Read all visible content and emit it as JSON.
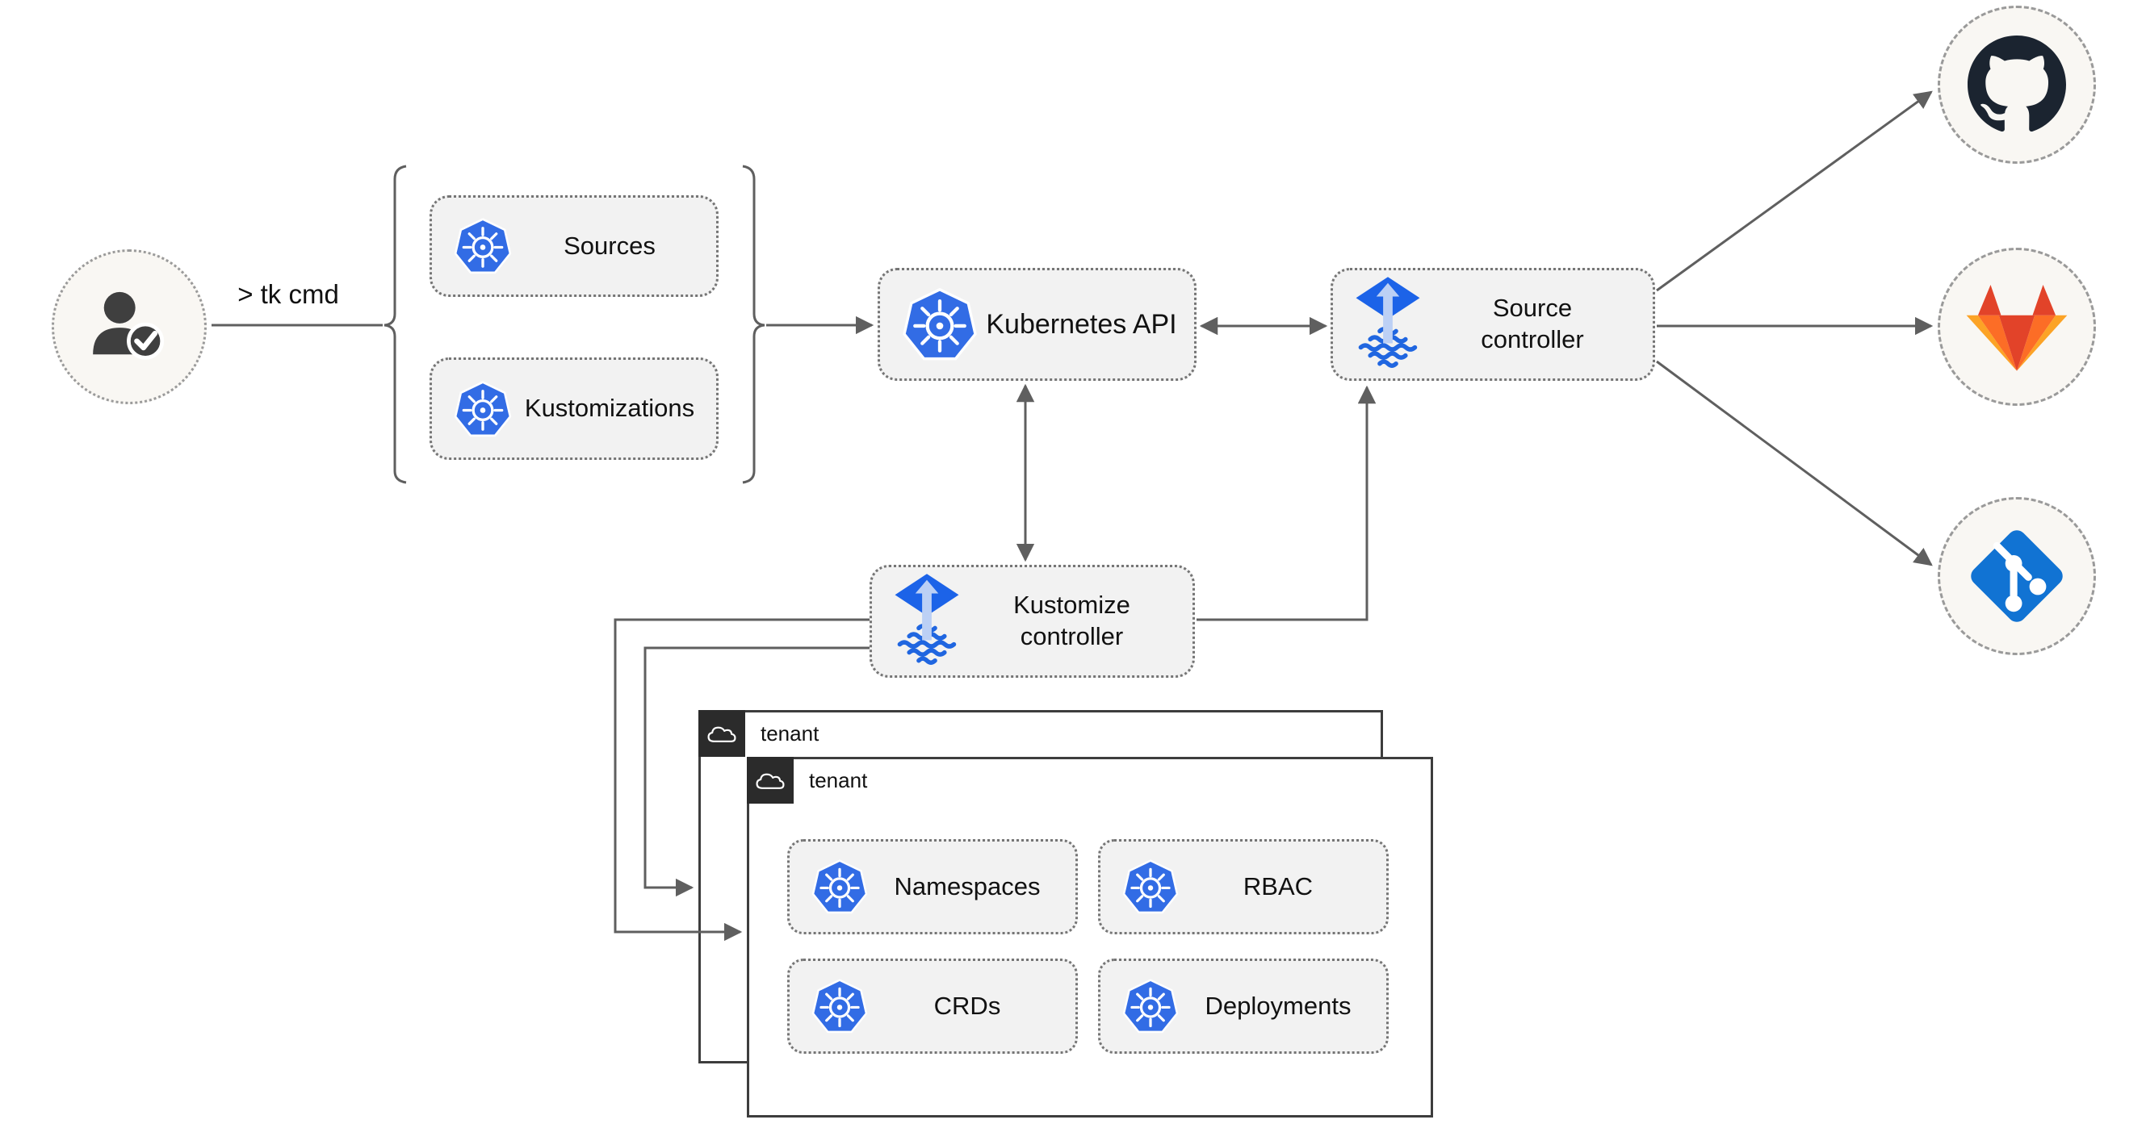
{
  "theme": {
    "kubernetes_blue": "#326ce5",
    "flux_diamond_blue": "#1c63e8",
    "flux_arrow_light": "#bcd0f5",
    "flux_wave_blue": "#2066e0",
    "github_dark": "#1b2430",
    "gitlab_red": "#e24329",
    "gitlab_orange": "#fc6d26",
    "gitlab_light_orange": "#fca326",
    "git_blue": "#1173d3",
    "connector_gray": "#5f5f5f",
    "node_fill": "#f2f2f2",
    "node_border": "#757575",
    "circle_fill": "#f9f7f3",
    "circle_border": "#9a9a9a",
    "tenant_border": "#3d3d3d",
    "tenant_tab_bg": "#2b2b2b",
    "person_gray": "#3f3f3f",
    "text_color": "#111111"
  },
  "user": {
    "icon": "user-check-icon",
    "command_label": "> tk cmd"
  },
  "cli_resources": {
    "items": [
      {
        "icon": "kubernetes-icon",
        "label": "Sources"
      },
      {
        "icon": "kubernetes-icon",
        "label": "Kustomizations"
      }
    ]
  },
  "cluster": {
    "kubernetes_api": {
      "icon": "kubernetes-icon",
      "label": "Kubernetes API"
    },
    "source_controller": {
      "icon": "flux-icon",
      "label": "Source controller"
    },
    "kustomize_controller": {
      "icon": "flux-icon",
      "label": "Kustomize controller"
    }
  },
  "git_providers": [
    {
      "name": "GitHub",
      "icon": "github-icon"
    },
    {
      "name": "GitLab",
      "icon": "gitlab-icon"
    },
    {
      "name": "Git",
      "icon": "git-icon"
    }
  ],
  "tenants": {
    "back": {
      "icon": "cloud-icon",
      "label": "tenant"
    },
    "front": {
      "icon": "cloud-icon",
      "label": "tenant",
      "resources": [
        {
          "icon": "kubernetes-icon",
          "label": "Namespaces"
        },
        {
          "icon": "kubernetes-icon",
          "label": "RBAC"
        },
        {
          "icon": "kubernetes-icon",
          "label": "CRDs"
        },
        {
          "icon": "kubernetes-icon",
          "label": "Deployments"
        }
      ]
    }
  }
}
